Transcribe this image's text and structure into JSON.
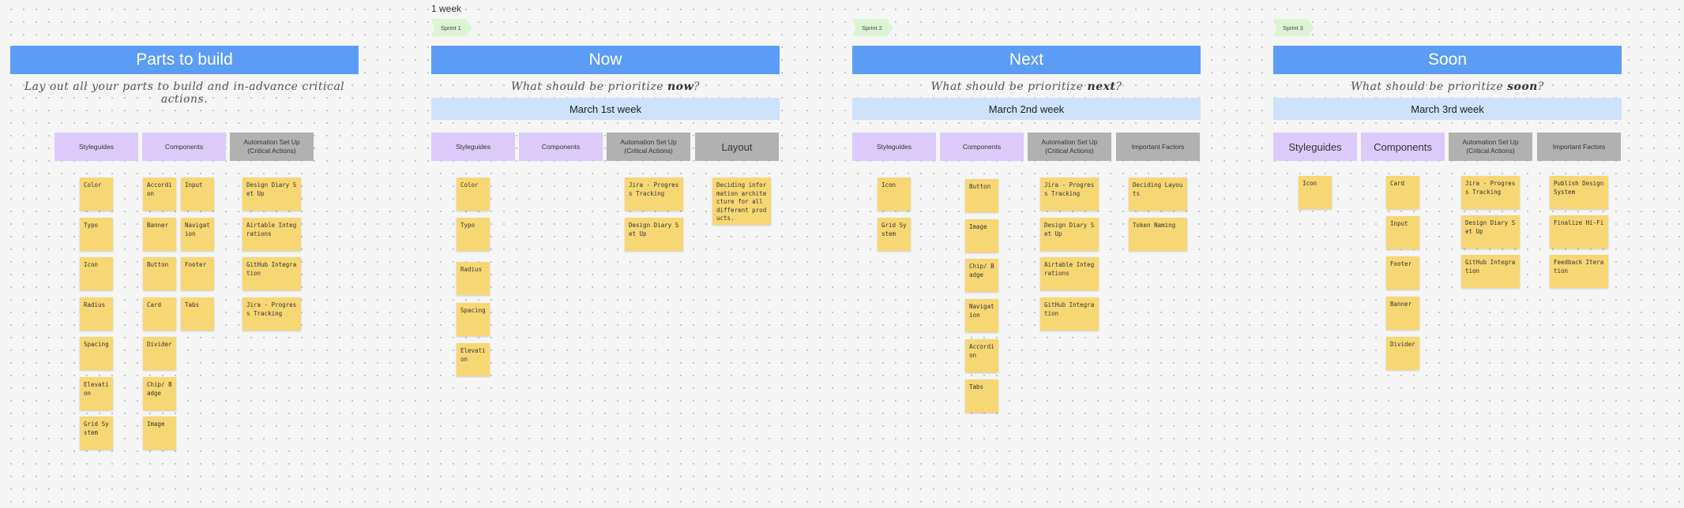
{
  "top_label": "1 week",
  "sprints": [
    "Sprint 1",
    "Sprint 2",
    "Sprint 3"
  ],
  "sections": [
    {
      "title": "Parts to build",
      "subtitle_pre": "Lay out all your parts to build and in-advance critical actions.",
      "subtitle_em": "",
      "subtitle_post": "",
      "week": ""
    },
    {
      "title": "Now",
      "subtitle_pre": "What should be prioritize ",
      "subtitle_em": "now",
      "subtitle_post": "?",
      "week": "March 1st week"
    },
    {
      "title": "Next",
      "subtitle_pre": "What should be prioritize ",
      "subtitle_em": "next",
      "subtitle_post": "?",
      "week": "March 2nd week"
    },
    {
      "title": "Soon",
      "subtitle_pre": "What should be prioritize ",
      "subtitle_em": "soon",
      "subtitle_post": "?",
      "week": "March 3rd week"
    }
  ],
  "column_headers": {
    "styleguides": "Styleguides",
    "components": "Components",
    "automation": "Automation Set Up\n(Critical Actions)",
    "layout": "Layout",
    "important": "Important Factors"
  },
  "parts": {
    "styleguides": [
      "Color",
      "Typo",
      "Icon",
      "Radius",
      "Spacing",
      "Elevation",
      "Grid System"
    ],
    "components_a": [
      "Accordion",
      "Banner",
      "Button",
      "Card",
      "Divider",
      "Chip/ Badge",
      "Image"
    ],
    "components_b": [
      "Input",
      "Navigation",
      "Footer",
      "Tabs"
    ],
    "automation": [
      "Design Diary Set Up",
      "Airtable Integrations",
      "GitHub Integration",
      "Jira - Progress Tracking"
    ]
  },
  "now": {
    "styleguides": [
      "Color",
      "Typo",
      "Radius",
      "Spacing",
      "Elevation"
    ],
    "automation": [
      "Jira - Progress Tracking",
      "Design Diary Set Up"
    ],
    "layout": [
      "Deciding information architecture for all different products."
    ]
  },
  "next": {
    "styleguides": [
      "Icon",
      "Grid System"
    ],
    "components": [
      "Button",
      "Image",
      "Chip/ Badge",
      "Navigation",
      "Accordion",
      "Tabs"
    ],
    "automation": [
      "Jira - Progress Tracking",
      "Design Diary Set Up",
      "Airtable Integrations",
      "GitHub Integration"
    ],
    "important": [
      "Deciding Layouts",
      "Token Naming"
    ]
  },
  "soon": {
    "styleguides": [
      "Icon"
    ],
    "components": [
      "Card",
      "Input",
      "Footer",
      "Banner",
      "Divider"
    ],
    "automation": [
      "Jira - Progress Tracking",
      "Design Diary Set Up",
      "GitHub Integration"
    ],
    "important": [
      "Publish Design System",
      "Finalize Hi-Fi",
      "Feedback Iteration"
    ]
  },
  "colors": {
    "header_blue": "#5b9cf6",
    "week_blue": "#cde2fb",
    "purple": "#dccbfa",
    "gray": "#b1b1b1",
    "sticky_yellow": "#f7d774",
    "sprint_green": "#dbf4d4"
  }
}
